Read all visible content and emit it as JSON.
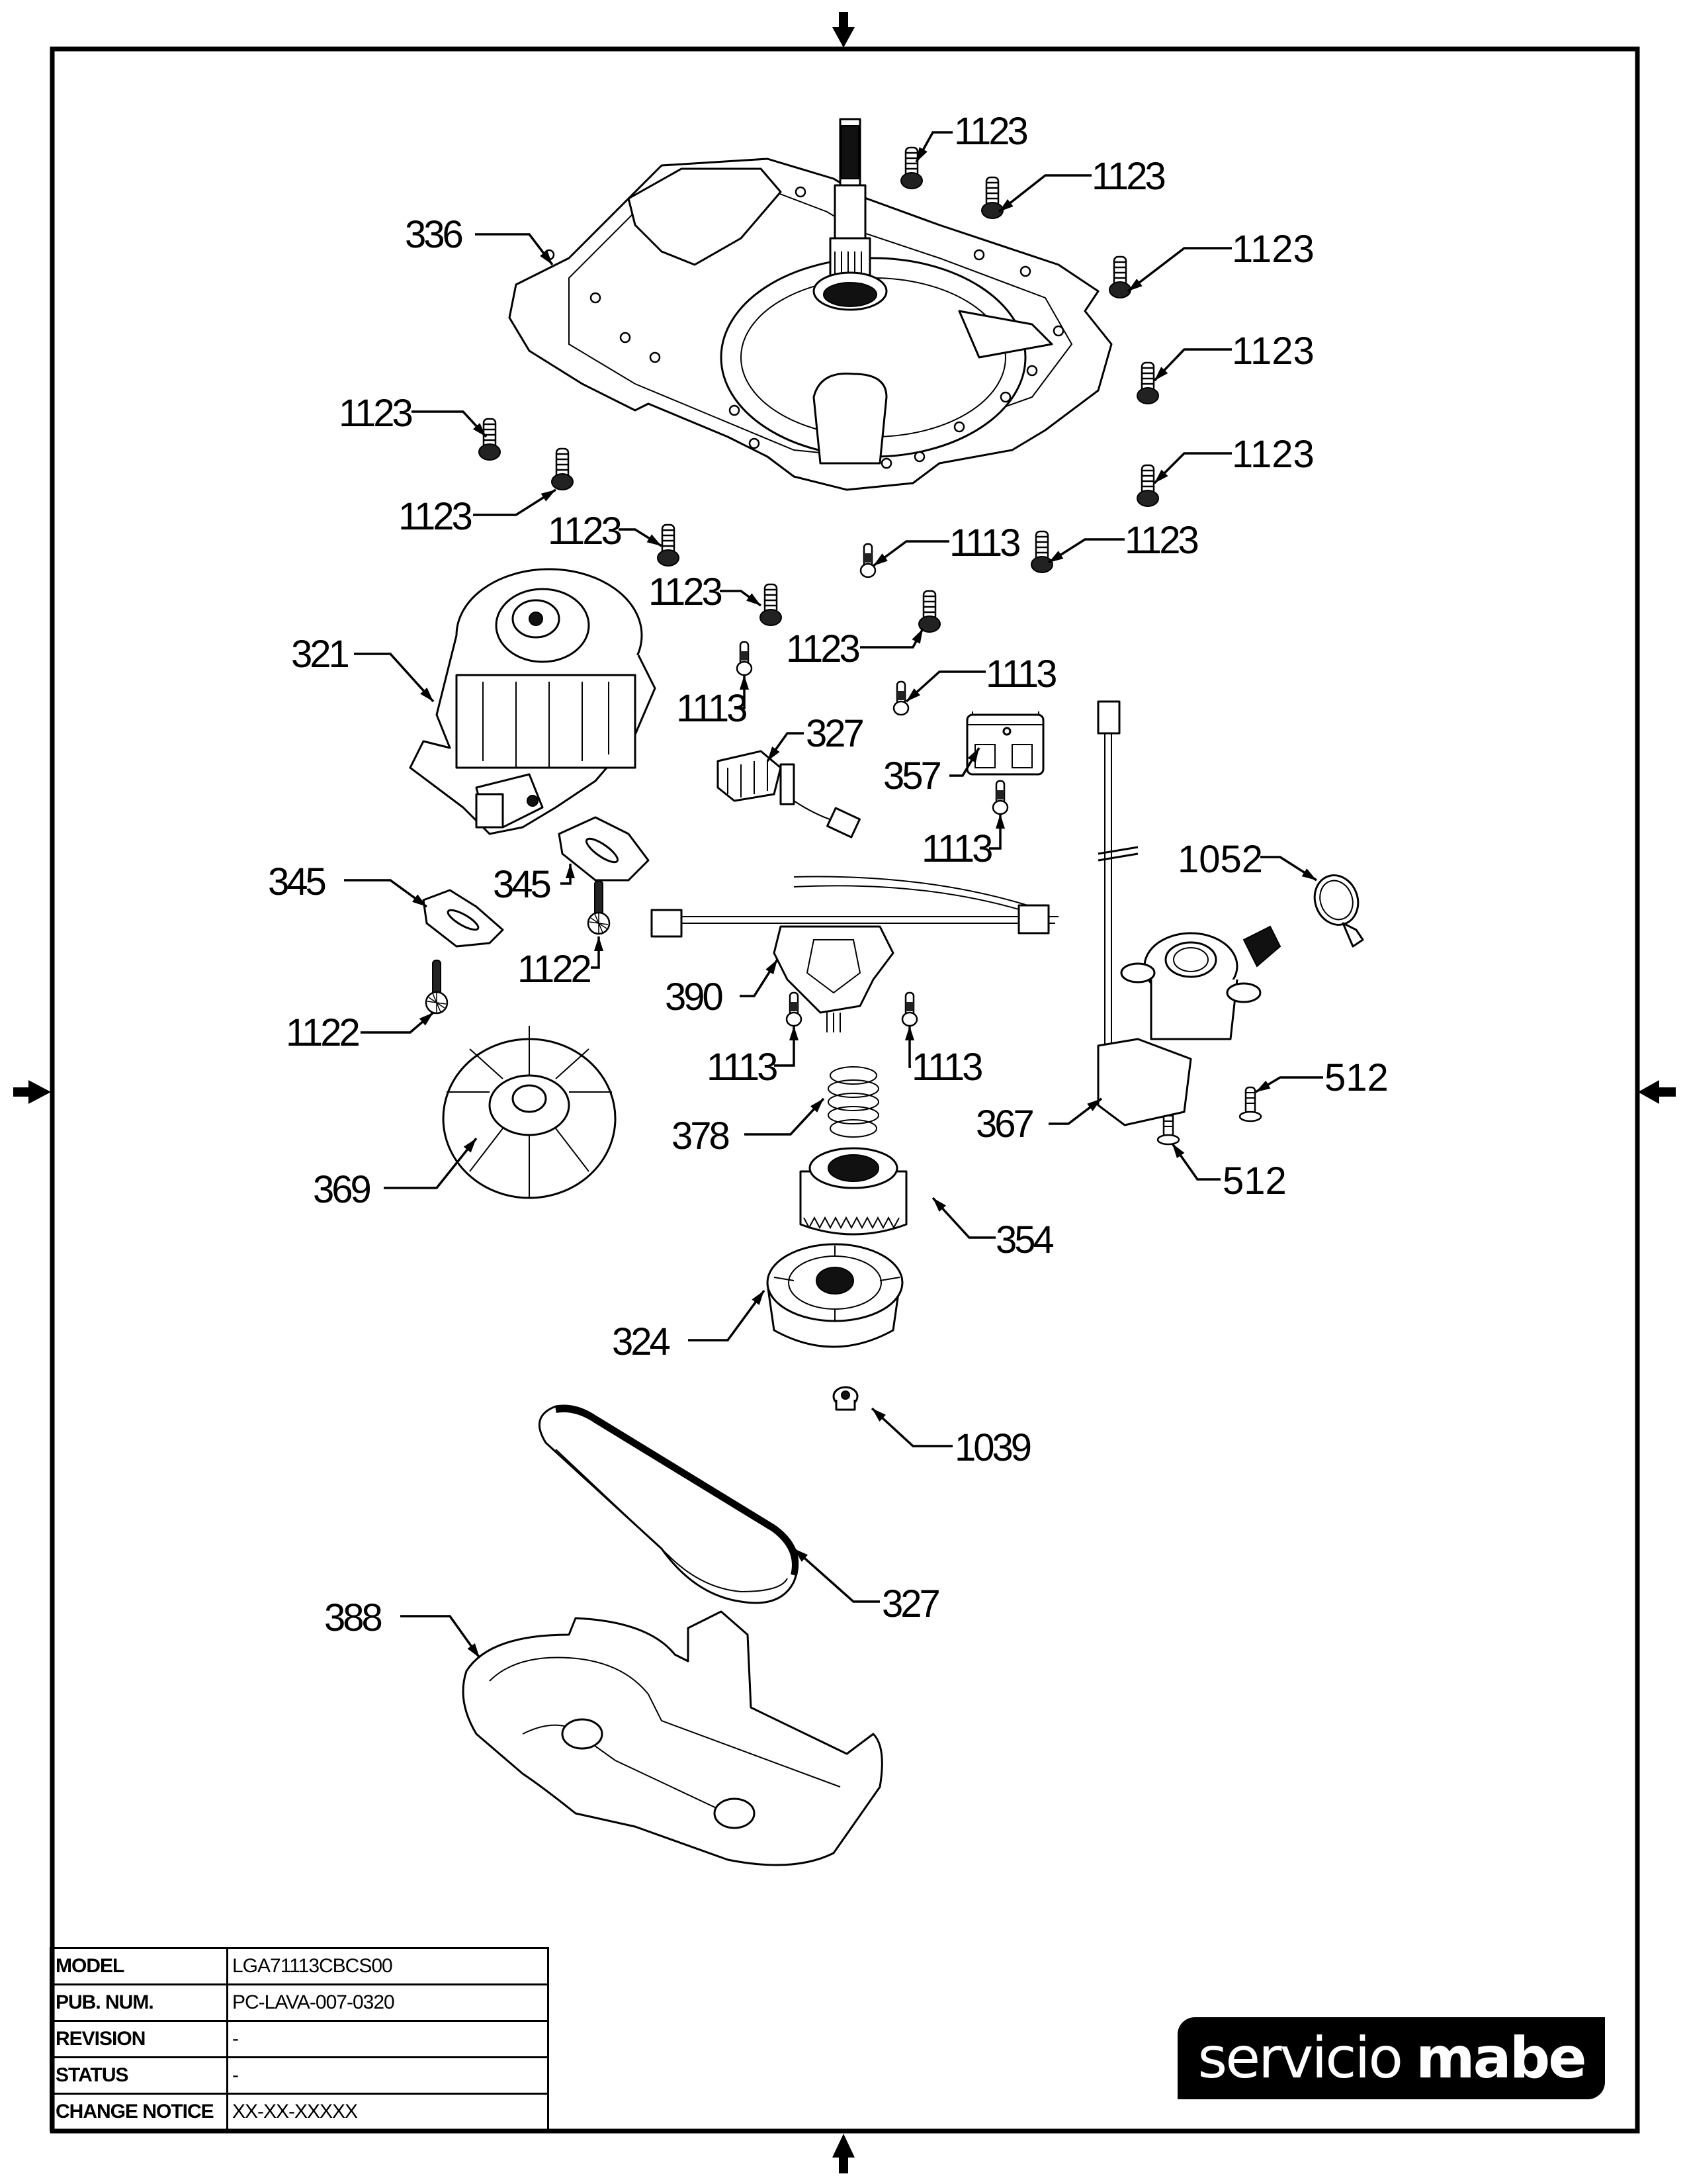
{
  "title_block": {
    "rows": [
      {
        "label": "MODEL",
        "value": "LGA71113CBCS00"
      },
      {
        "label": "PUB. NUM.",
        "value": "PC-LAVA-007-0320"
      },
      {
        "label": "REVISION",
        "value": "-"
      },
      {
        "label": "STATUS",
        "value": "-"
      },
      {
        "label": "CHANGE NOTICE",
        "value": "XX-XX-XXXXX"
      }
    ]
  },
  "logo": {
    "word1": "servicio",
    "word2": "mabe"
  },
  "callouts": [
    {
      "id": "c336",
      "label": "336",
      "part": "transmission-base-plate"
    },
    {
      "id": "c1123a",
      "label": "1123",
      "part": "screw"
    },
    {
      "id": "c1123b",
      "label": "1123",
      "part": "screw"
    },
    {
      "id": "c1123c",
      "label": "1123",
      "part": "screw"
    },
    {
      "id": "c1123d",
      "label": "1123",
      "part": "screw"
    },
    {
      "id": "c1123e",
      "label": "1123",
      "part": "screw"
    },
    {
      "id": "c1123f",
      "label": "1123",
      "part": "screw"
    },
    {
      "id": "c1123g",
      "label": "1123",
      "part": "screw"
    },
    {
      "id": "c1123h",
      "label": "1123",
      "part": "screw"
    },
    {
      "id": "c1123i",
      "label": "1123",
      "part": "screw"
    },
    {
      "id": "c1123j",
      "label": "1123",
      "part": "screw"
    },
    {
      "id": "c1123k",
      "label": "1123",
      "part": "screw"
    },
    {
      "id": "c1113a",
      "label": "1113",
      "part": "screw"
    },
    {
      "id": "c1113b",
      "label": "1113",
      "part": "screw"
    },
    {
      "id": "c1113c",
      "label": "1113",
      "part": "screw"
    },
    {
      "id": "c1113d",
      "label": "1113",
      "part": "screw"
    },
    {
      "id": "c1113e",
      "label": "1113",
      "part": "screw"
    },
    {
      "id": "c1113f",
      "label": "1113",
      "part": "screw"
    },
    {
      "id": "c321",
      "label": "321",
      "part": "motor"
    },
    {
      "id": "c327a",
      "label": "327",
      "part": "harness-connector"
    },
    {
      "id": "c357",
      "label": "357",
      "part": "bracket"
    },
    {
      "id": "c345a",
      "label": "345",
      "part": "pad"
    },
    {
      "id": "c345b",
      "label": "345",
      "part": "pad"
    },
    {
      "id": "c1122a",
      "label": "1122",
      "part": "screw"
    },
    {
      "id": "c1122b",
      "label": "1122",
      "part": "screw"
    },
    {
      "id": "c390",
      "label": "390",
      "part": "shift-actuator"
    },
    {
      "id": "c1052",
      "label": "1052",
      "part": "hose-clamp"
    },
    {
      "id": "c367",
      "label": "367",
      "part": "drain-pump"
    },
    {
      "id": "c512a",
      "label": "512",
      "part": "screw"
    },
    {
      "id": "c512b",
      "label": "512",
      "part": "screw"
    },
    {
      "id": "c369",
      "label": "369",
      "part": "fan"
    },
    {
      "id": "c378",
      "label": "378",
      "part": "spring"
    },
    {
      "id": "c354",
      "label": "354",
      "part": "coupling"
    },
    {
      "id": "c324",
      "label": "324",
      "part": "pulley"
    },
    {
      "id": "c1039",
      "label": "1039",
      "part": "nut"
    },
    {
      "id": "c327b",
      "label": "327",
      "part": "belt"
    },
    {
      "id": "c388",
      "label": "388",
      "part": "base-cover"
    }
  ]
}
